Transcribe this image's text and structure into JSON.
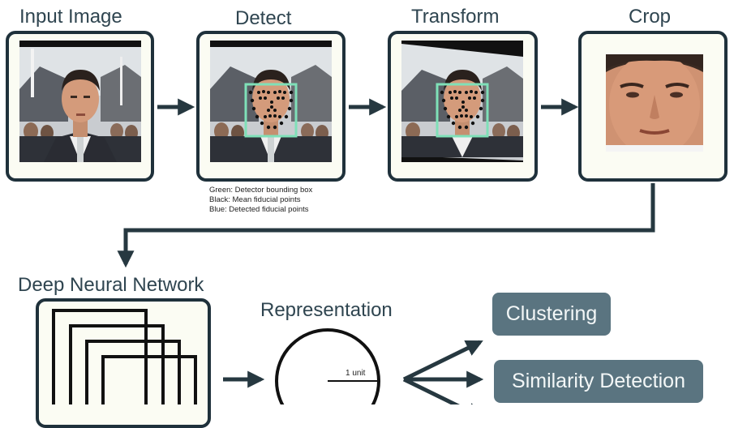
{
  "stages": {
    "input": "Input Image",
    "detect": "Detect",
    "transform": "Transform",
    "crop": "Crop",
    "dnn": "Deep Neural Network",
    "representation": "Representation"
  },
  "legend": [
    "Green: Detector bounding box",
    "Black: Mean fiducial points",
    "Blue: Detected fiducial points"
  ],
  "unit_label": "1 unit",
  "outputs": [
    "Clustering",
    "Similarity Detection"
  ],
  "colors": {
    "frame": "#1f313b",
    "arrow": "#263840",
    "pill": "#5a7480",
    "bbox": "#7fe0b8"
  }
}
